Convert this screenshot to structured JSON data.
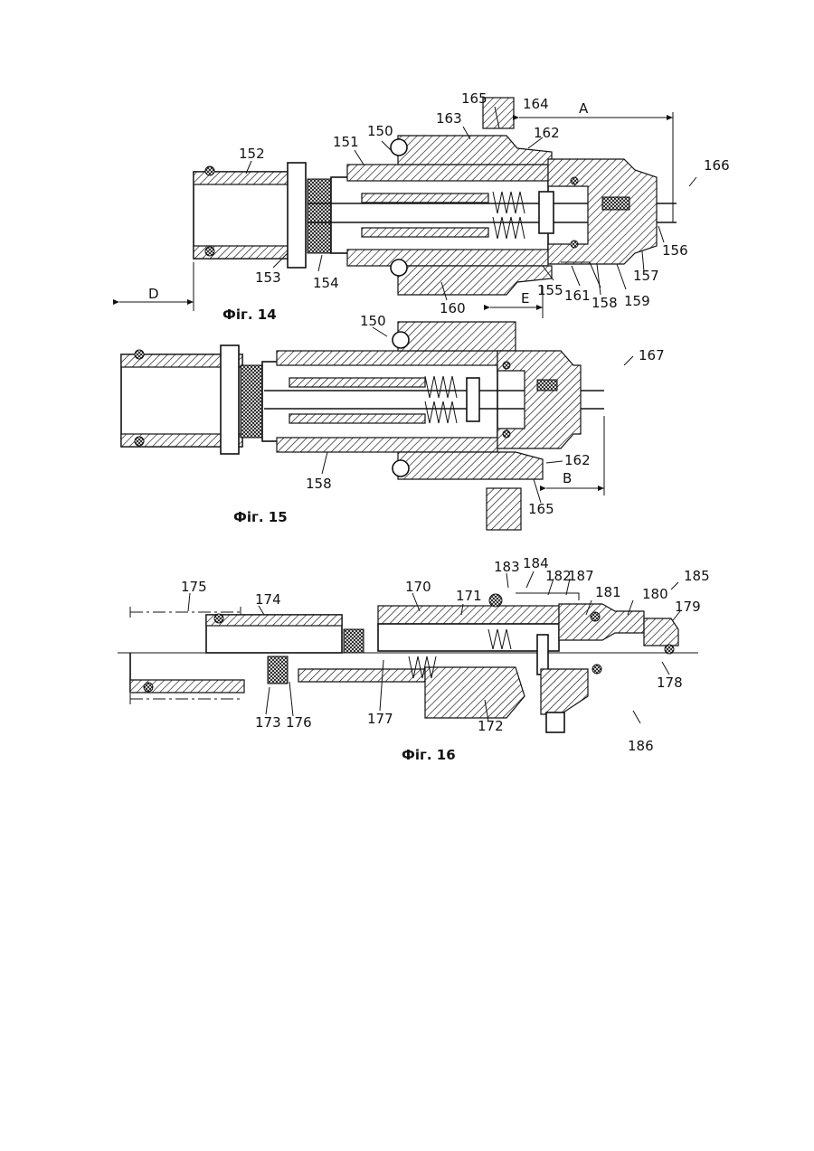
{
  "figures": [
    {
      "id": "fig14",
      "caption": "Фіг. 14",
      "callouts": [
        "152",
        "151",
        "150",
        "163",
        "165",
        "164",
        "162",
        "166",
        "156",
        "157",
        "159",
        "158",
        "161",
        "155",
        "160",
        "154",
        "153"
      ],
      "dimensions": [
        "A",
        "D",
        "E"
      ]
    },
    {
      "id": "fig15",
      "caption": "Фіг. 15",
      "callouts": [
        "150",
        "167",
        "158",
        "162",
        "165"
      ],
      "dimensions": [
        "B"
      ]
    },
    {
      "id": "fig16",
      "caption": "Фіг. 16",
      "callouts": [
        "175",
        "174",
        "170",
        "171",
        "183",
        "184",
        "182",
        "187",
        "181",
        "180",
        "185",
        "179",
        "178",
        "186",
        "172",
        "177",
        "176",
        "173"
      ],
      "dimensions": []
    }
  ],
  "colors": {
    "ink": "#111111",
    "paper": "#ffffff"
  }
}
